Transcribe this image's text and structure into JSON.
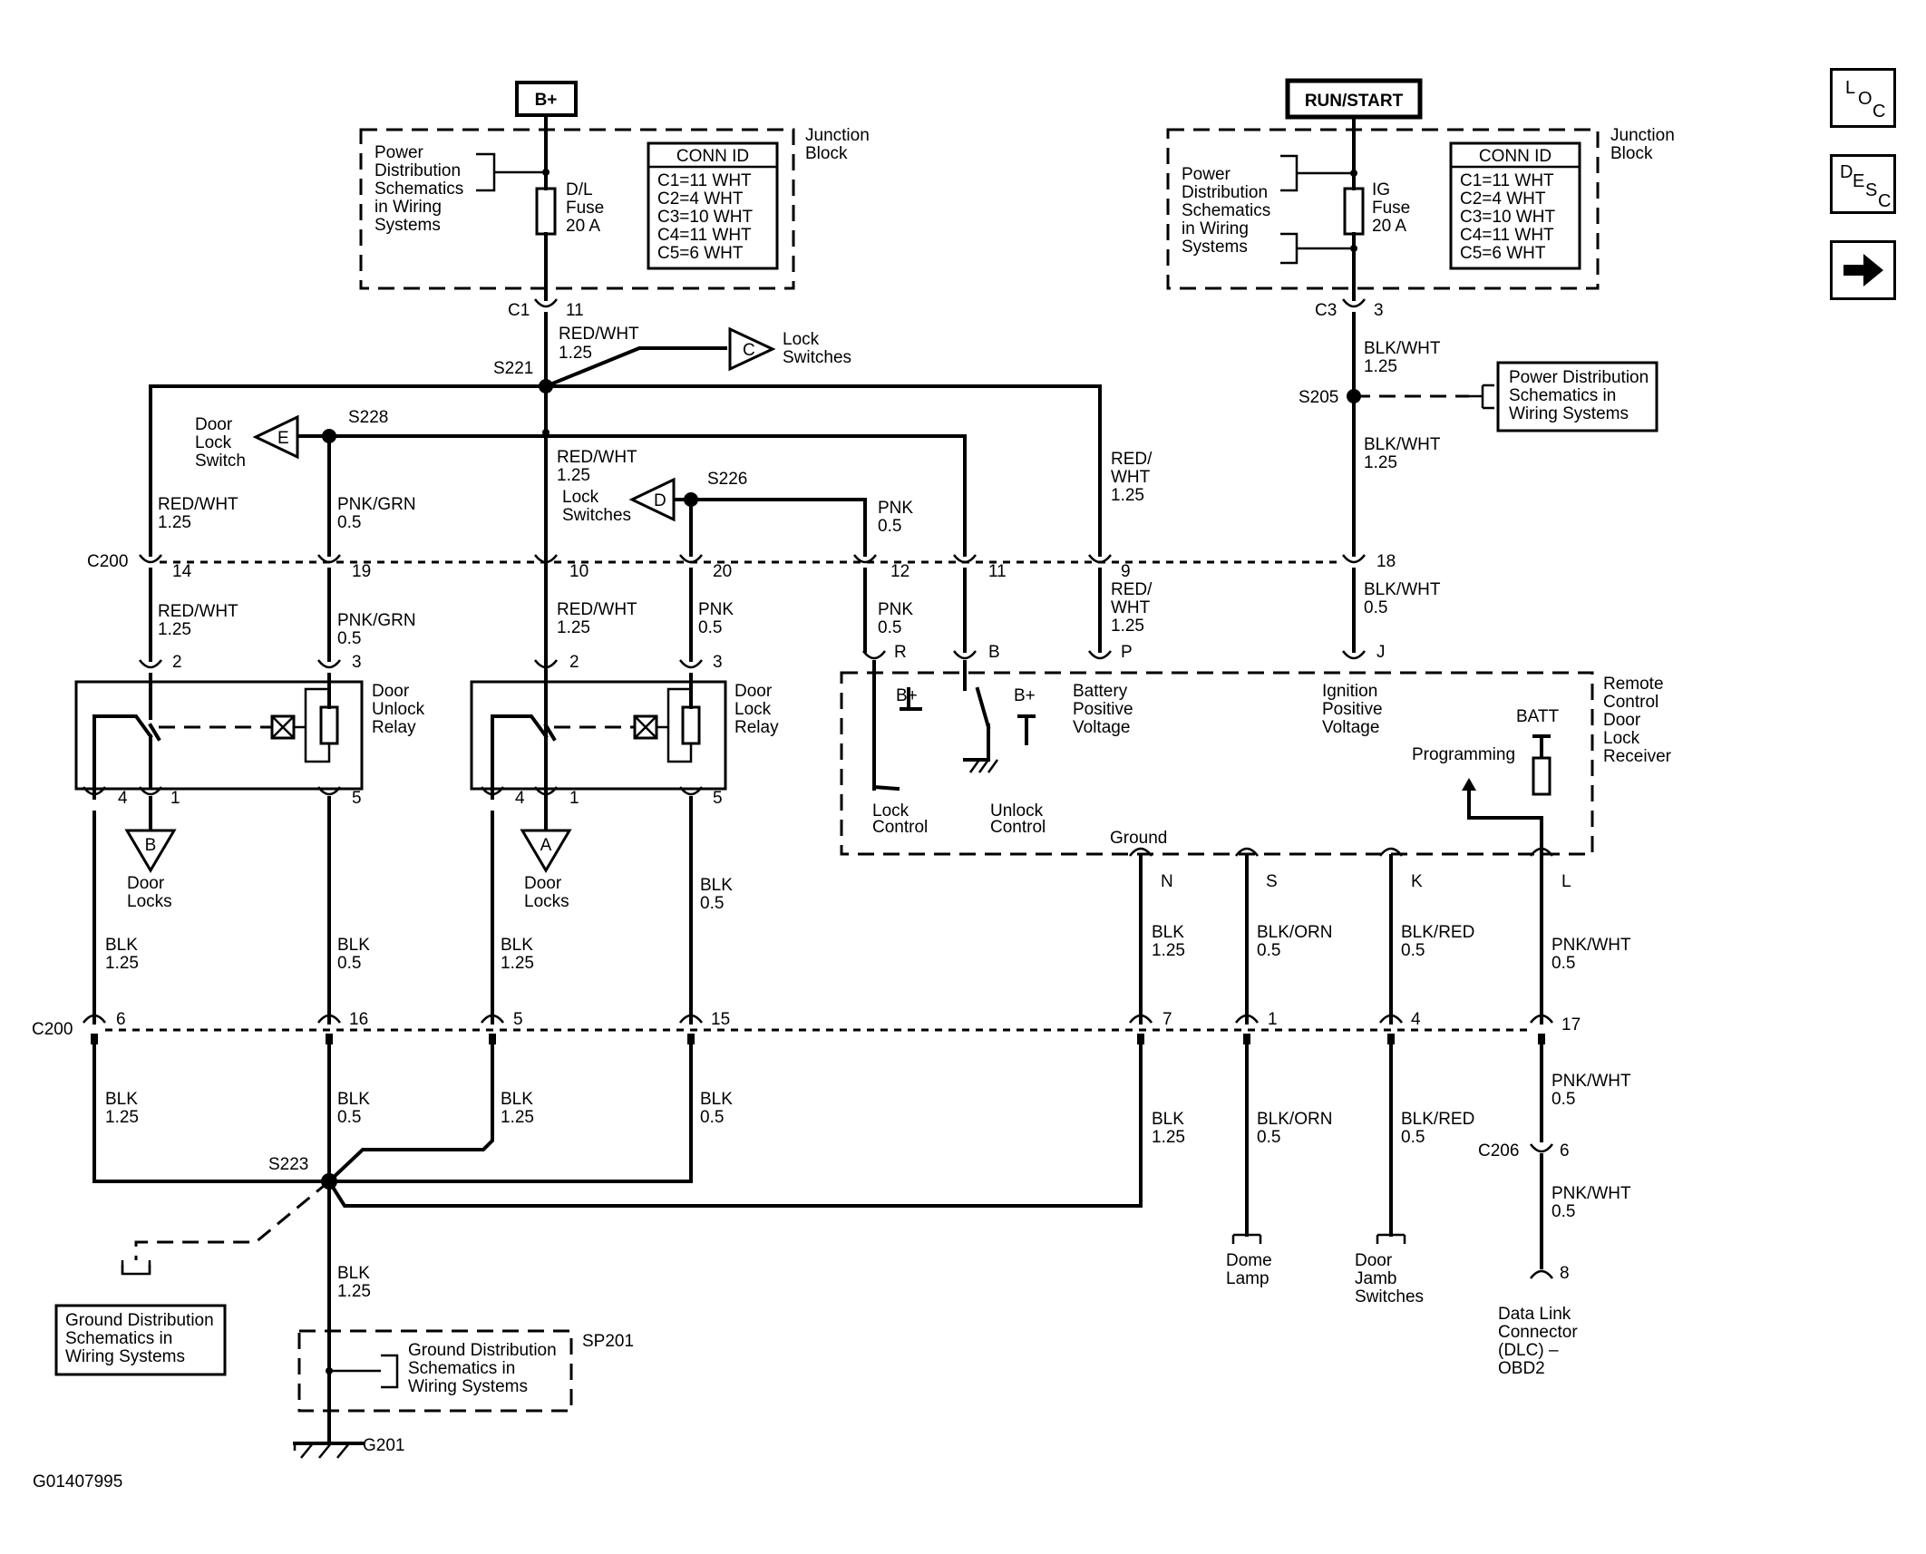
{
  "diagram_id": "G01407995",
  "nav": {
    "loc": [
      "L",
      "O",
      "C"
    ],
    "desc": [
      "D",
      "E",
      "S",
      "C"
    ],
    "next_icon": "arrow-right-icon"
  },
  "power": {
    "b_plus": "B+",
    "run_start": "RUN/START"
  },
  "junction_block_left": {
    "title": [
      "Junction",
      "Block"
    ],
    "ref": [
      "Power",
      "Distribution",
      "Schematics",
      "in Wiring",
      "Systems"
    ],
    "fuse": [
      "D/L",
      "Fuse",
      "20 A"
    ],
    "conn_id_title": "CONN ID",
    "conn_ids": [
      "C1=11 WHT",
      "C2=4 WHT",
      "C3=10 WHT",
      "C4=11 WHT",
      "C5=6 WHT"
    ],
    "connector": "C1",
    "pin": "11"
  },
  "junction_block_right": {
    "title": [
      "Junction",
      "Block"
    ],
    "ref": [
      "Power",
      "Distribution",
      "Schematics",
      "in Wiring",
      "Systems"
    ],
    "fuse": [
      "IG",
      "Fuse",
      "20 A"
    ],
    "conn_id_title": "CONN ID",
    "conn_ids": [
      "C1=11 WHT",
      "C2=4 WHT",
      "C3=10 WHT",
      "C4=11 WHT",
      "C5=6 WHT"
    ],
    "connector": "C3",
    "pin": "3"
  },
  "power_ref_right": [
    "Power Distribution",
    "Schematics in",
    "Wiring Systems"
  ],
  "splices": {
    "s221": "S221",
    "s228": "S228",
    "s226": "S226",
    "s205": "S205",
    "s223": "S223"
  },
  "offpage": {
    "c": {
      "letter": "C",
      "label": [
        "Lock",
        "Switches"
      ]
    },
    "e": {
      "letter": "E",
      "label": [
        "Door",
        "Lock",
        "Switch"
      ]
    },
    "d": {
      "letter": "D",
      "label": [
        "Lock",
        "Switches"
      ]
    },
    "b": {
      "letter": "B",
      "label": [
        "Door",
        "Locks"
      ]
    },
    "a": {
      "letter": "A",
      "label": [
        "Door",
        "Locks"
      ]
    }
  },
  "wires": {
    "red_wht": "RED/WHT",
    "red_slash": "RED/",
    "wht": "WHT",
    "pnk_grn": "PNK/GRN",
    "pnk": "PNK",
    "blk_wht": "BLK/WHT",
    "blk": "BLK",
    "blk_orn": "BLK/ORN",
    "blk_red": "BLK/RED",
    "pnk_wht": "PNK/WHT",
    "g125": "1.25",
    "g05": "0.5"
  },
  "c200": {
    "label": "C200",
    "top_pins": [
      "14",
      "19",
      "10",
      "20",
      "12",
      "11",
      "9",
      "18"
    ],
    "bottom_pins": [
      "6",
      "16",
      "5",
      "15",
      "7",
      "1",
      "4",
      "17"
    ]
  },
  "relays": {
    "unlock": {
      "label": [
        "Door",
        "Unlock",
        "Relay"
      ],
      "pins": [
        "2",
        "3",
        "4",
        "1",
        "5"
      ]
    },
    "lock": {
      "label": [
        "Door",
        "Lock",
        "Relay"
      ],
      "pins": [
        "2",
        "3",
        "4",
        "1",
        "5"
      ]
    }
  },
  "receiver": {
    "label": [
      "Remote",
      "Control",
      "Door",
      "Lock",
      "Receiver"
    ],
    "top_pins": [
      "R",
      "B",
      "P",
      "J"
    ],
    "bottom_pins": [
      "N",
      "S",
      "K",
      "L"
    ],
    "b_plus": "B+",
    "lock_control": [
      "Lock",
      "Control"
    ],
    "unlock_control": [
      "Unlock",
      "Control"
    ],
    "battery": [
      "Battery",
      "Positive",
      "Voltage"
    ],
    "ignition": [
      "Ignition",
      "Positive",
      "Voltage"
    ],
    "batt": "BATT",
    "programming": "Programming",
    "ground": "Ground"
  },
  "loads": {
    "dome_lamp": [
      "Dome",
      "Lamp"
    ],
    "door_jamb": [
      "Door",
      "Jamb",
      "Switches"
    ],
    "dlc": [
      "Data Link",
      "Connector",
      "(DLC) –",
      "OBD2"
    ]
  },
  "c206": {
    "label": "C206",
    "pin": "6",
    "dlc_pin": "8"
  },
  "ground": {
    "ref_left": [
      "Ground Distribution",
      "Schematics in",
      "Wiring Systems"
    ],
    "ref_sp": [
      "Ground Distribution",
      "Schematics in",
      "Wiring Systems"
    ],
    "sp201": "SP201",
    "g201": "G201"
  }
}
